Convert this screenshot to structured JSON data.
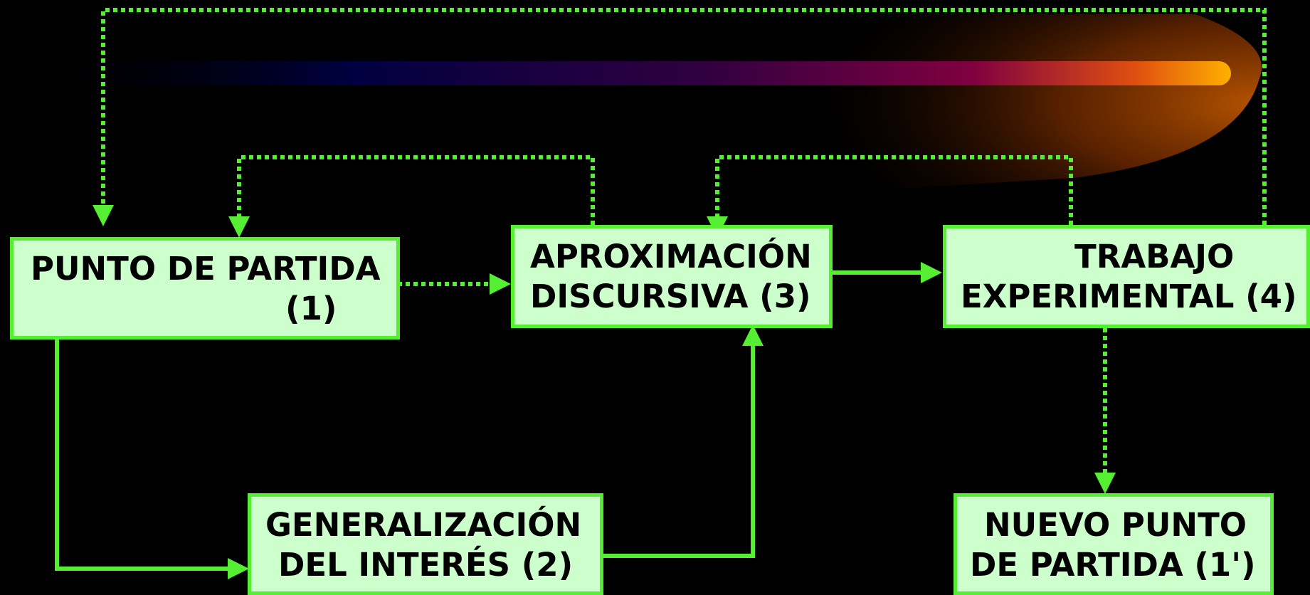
{
  "boxes": {
    "punto_de_partida": {
      "line1": "PUNTO DE PARTIDA",
      "line2": "(1)"
    },
    "generalizacion": {
      "line1": "GENERALIZACIÓN",
      "line2": "DEL INTERÉS (2)"
    },
    "aproximacion": {
      "line1": "APROXIMACIÓN",
      "line2": "DISCURSIVA (3)"
    },
    "trabajo": {
      "line1": "TRABAJO",
      "line2": "EXPERIMENTAL (4)"
    },
    "nuevo_punto": {
      "line1": "NUEVO PUNTO",
      "line2": "DE PARTIDA (1')"
    }
  },
  "colors": {
    "background": "#000000",
    "box_fill": "#ccffcc",
    "box_border": "#55ee33",
    "arrow": "#55ee33",
    "comet_head": "#ffb000",
    "comet_tail": "#000033"
  }
}
